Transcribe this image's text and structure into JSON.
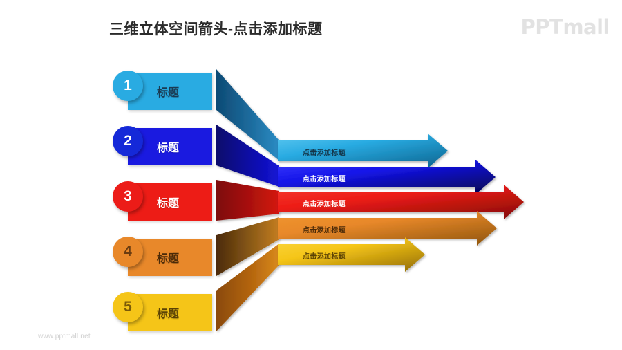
{
  "header": {
    "title": "三维立体空间箭头-点击添加标题",
    "logo": "PPTmall"
  },
  "footer": {
    "url": "www.pptmall.net"
  },
  "palette": {
    "cyan": "#29ABE2",
    "blue": "#1A1AE0",
    "red": "#ED1C16",
    "orange": "#E8882A",
    "yellow": "#F5C518"
  },
  "items": [
    {
      "number": "1",
      "label": "标题",
      "arrow_label": "点击添加标题",
      "color": "#29ABE2",
      "badge_color": "#29ABE2",
      "label_text_color": "#1b3a52",
      "arrow_text_color": "#143447",
      "badge_text_color": "#ffffff"
    },
    {
      "number": "2",
      "label": "标题",
      "arrow_label": "点击添加标题",
      "color": "#1A1AE0",
      "badge_color": "#1529D8",
      "label_text_color": "#ffffff",
      "arrow_text_color": "#ffffff",
      "badge_text_color": "#ffffff"
    },
    {
      "number": "3",
      "label": "标题",
      "arrow_label": "点击添加标题",
      "color": "#ED1C16",
      "badge_color": "#EC1C18",
      "label_text_color": "#ffffff",
      "arrow_text_color": "#ffffff",
      "badge_text_color": "#ffffff"
    },
    {
      "number": "4",
      "label": "标题",
      "arrow_label": "点击添加标题",
      "color": "#E8882A",
      "badge_color": "#E8882A",
      "label_text_color": "#4a2a08",
      "arrow_text_color": "#4a2a08",
      "badge_text_color": "#6b3c10"
    },
    {
      "number": "5",
      "label": "标题",
      "arrow_label": "点击添加标题",
      "color": "#F5C518",
      "badge_color": "#F5C518",
      "label_text_color": "#5b4205",
      "arrow_text_color": "#5b4205",
      "badge_text_color": "#7a5a08"
    }
  ]
}
